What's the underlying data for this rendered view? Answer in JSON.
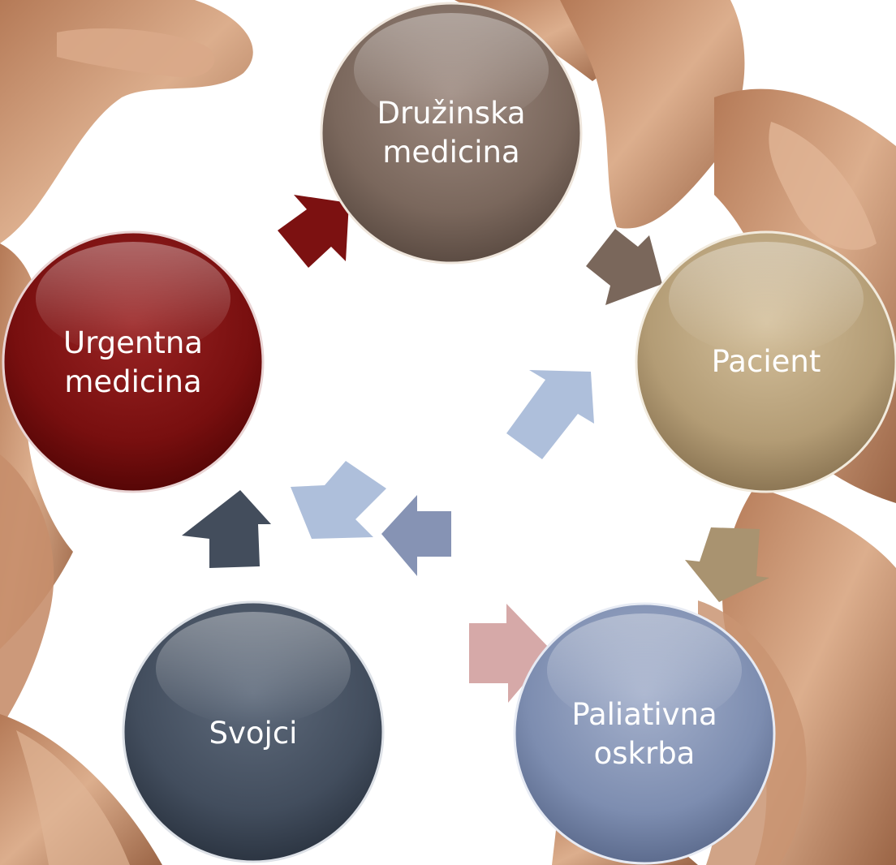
{
  "diagram": {
    "nodes": [
      {
        "id": "druzinska",
        "lines": [
          "Družinska",
          "medicina"
        ],
        "color": "#7e6b60"
      },
      {
        "id": "pacient",
        "lines": [
          "Pacient"
        ],
        "color": "#b9a27c"
      },
      {
        "id": "paliativna",
        "lines": [
          "Paliativna",
          "oskrba"
        ],
        "color": "#7f8fb2"
      },
      {
        "id": "svojci",
        "lines": [
          "Svojci"
        ],
        "color": "#444f5f"
      },
      {
        "id": "urgentna",
        "lines": [
          "Urgentna",
          "medicina"
        ],
        "color": "#7c1111"
      }
    ],
    "colors": {
      "arrow_urgentna_druzinska": "#7c1111",
      "arrow_druzinska_pacient": "#7a675b",
      "arrow_pacient_paliativna": "#a99370",
      "arrow_paliativna_svojci": "#8693b4",
      "arrow_svojci_urgentna": "#434d5c",
      "arrow_pink": "#d6a9a8",
      "arrow_light_blue": "#aebfdb",
      "skin_dark": "#a06a4a",
      "skin_light": "#e2b898"
    }
  }
}
